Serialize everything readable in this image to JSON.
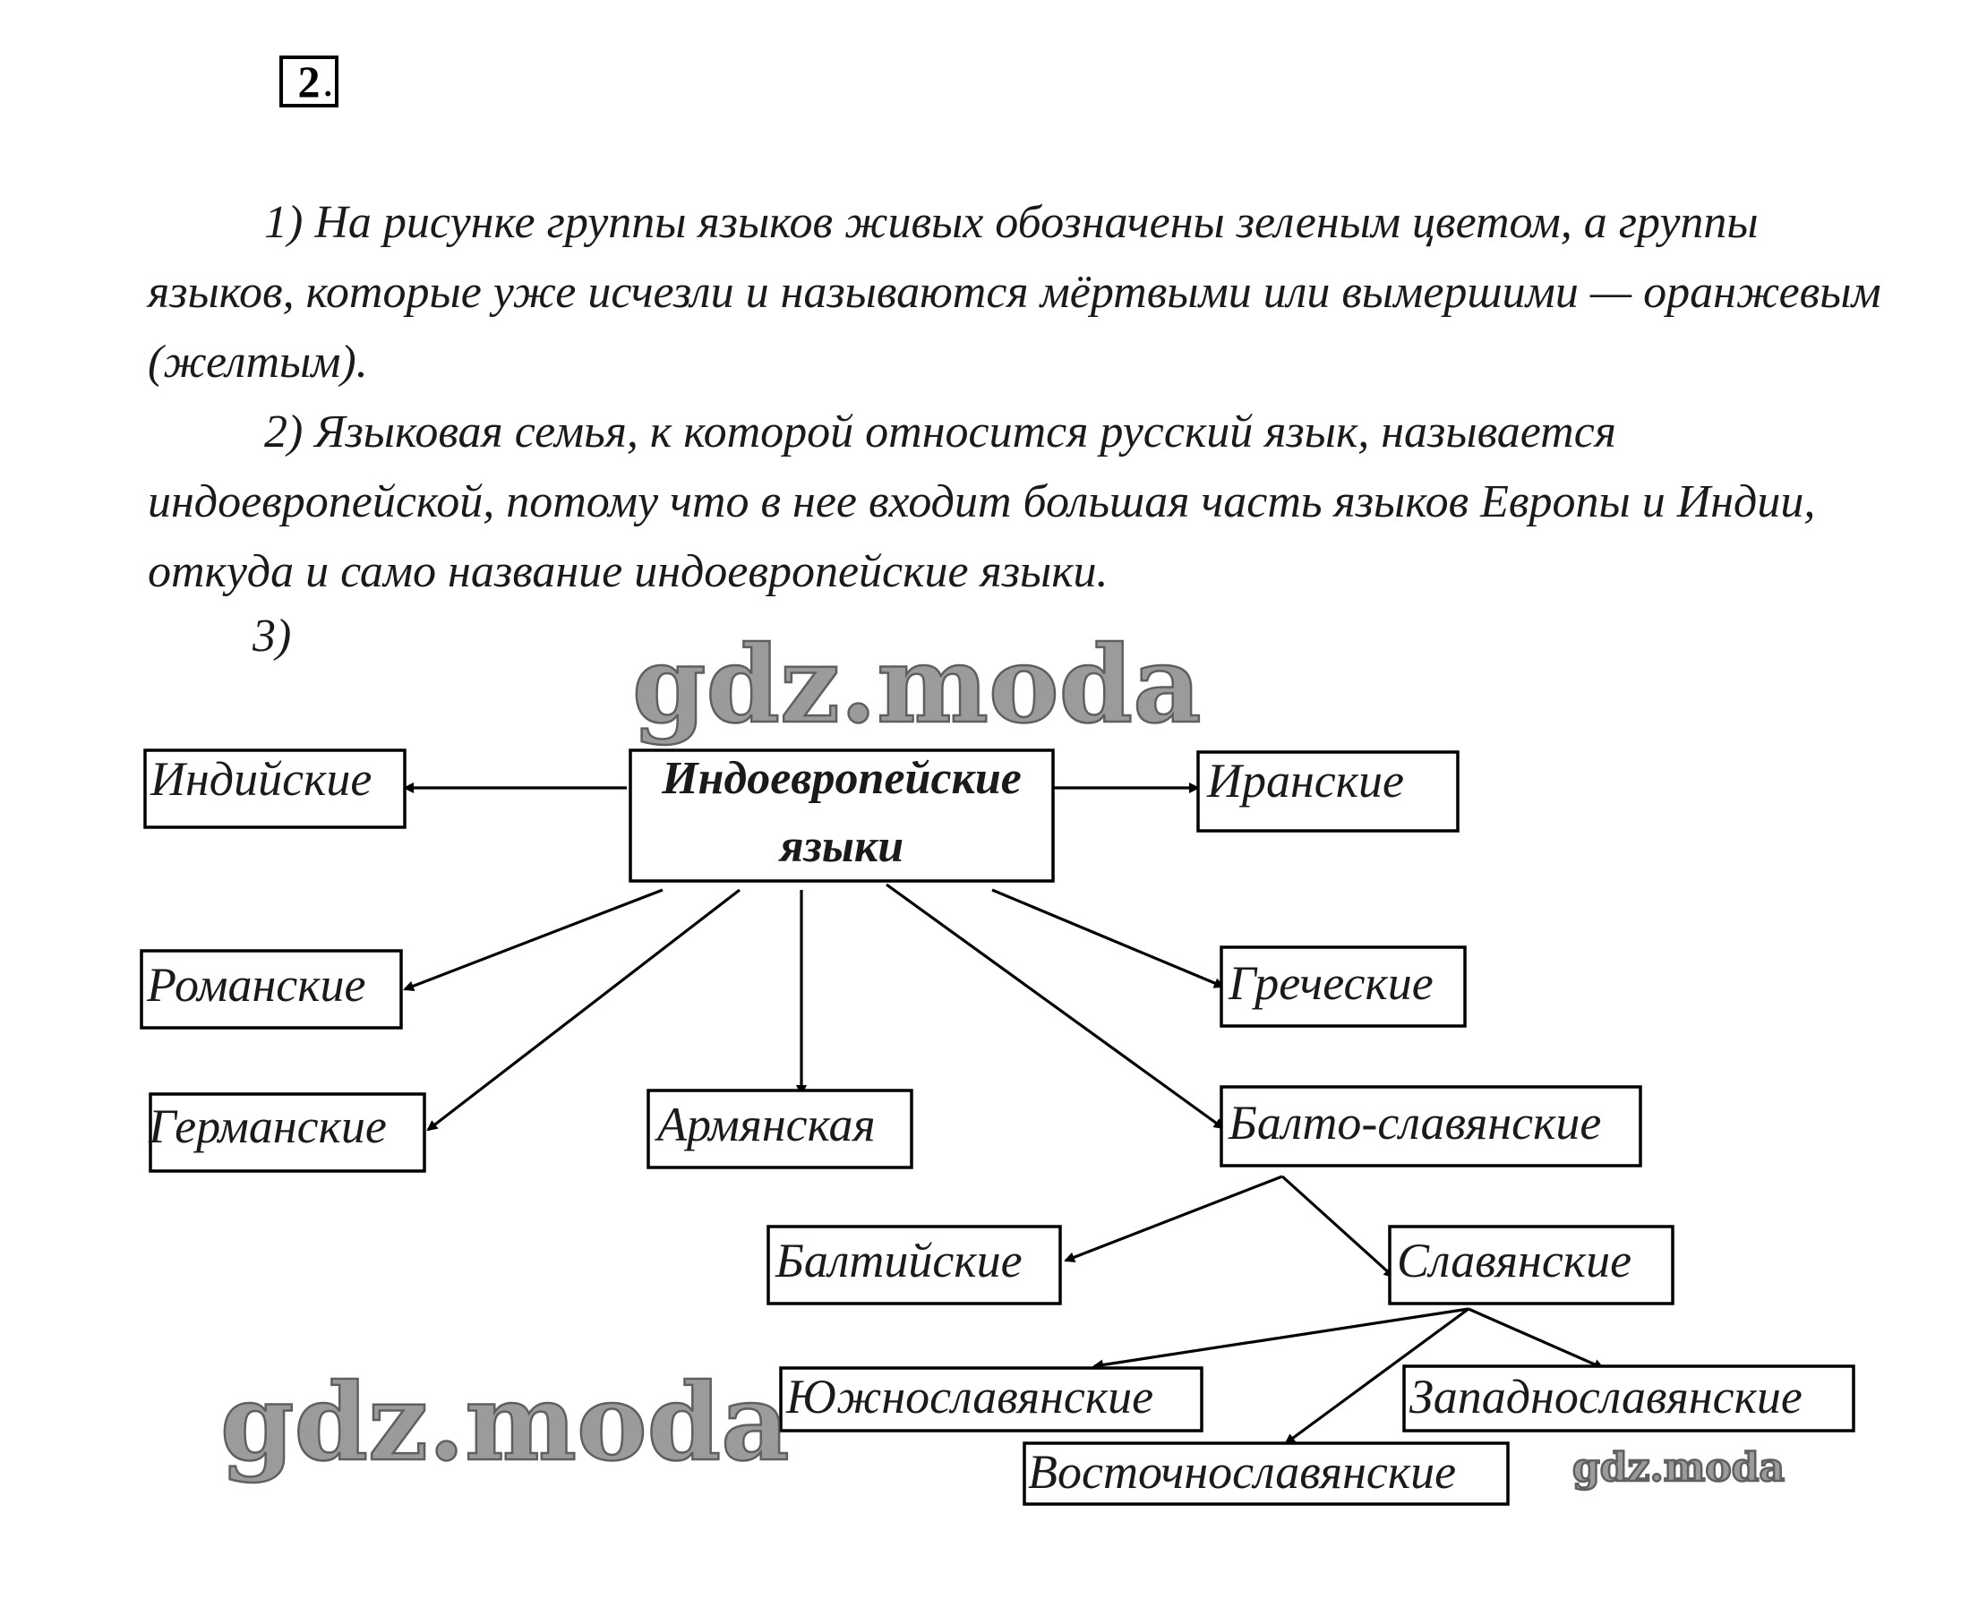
{
  "task": {
    "number": "2",
    "dot": "."
  },
  "answer": {
    "paragraph1": "1) На рисунке группы языков живых обозначены зеленым цветом, а группы языков, которые уже исчезли и называются мёртвыми или вымершими — оранжевым (желтым).",
    "paragraph2": "2) Языковая семья, к которой относится русский язык, называется индоевропейской, потому что в нее входит большая часть языков Европы и Индии, откуда и само название индоевропейские языки.",
    "step3": "3)"
  },
  "diagram": {
    "root": {
      "line1": "Индоевропейские",
      "line2": "языки"
    },
    "nodes": {
      "indian": "Индийские",
      "iranian": "Иранские",
      "romance": "Романские",
      "greek": "Греческие",
      "germanic": "Германские",
      "armenian": "Армянская",
      "balto_slavic": "Балто-славянские",
      "baltic": "Балтийские",
      "slavic": "Славянские",
      "south_slavic": "Южнославянские",
      "west_slavic": "Западнославянские",
      "east_slavic": "Восточнославянские"
    }
  },
  "watermarks": {
    "top": "gdz.moda",
    "bottom": "gdz.moda",
    "small": "gdz.moda"
  }
}
